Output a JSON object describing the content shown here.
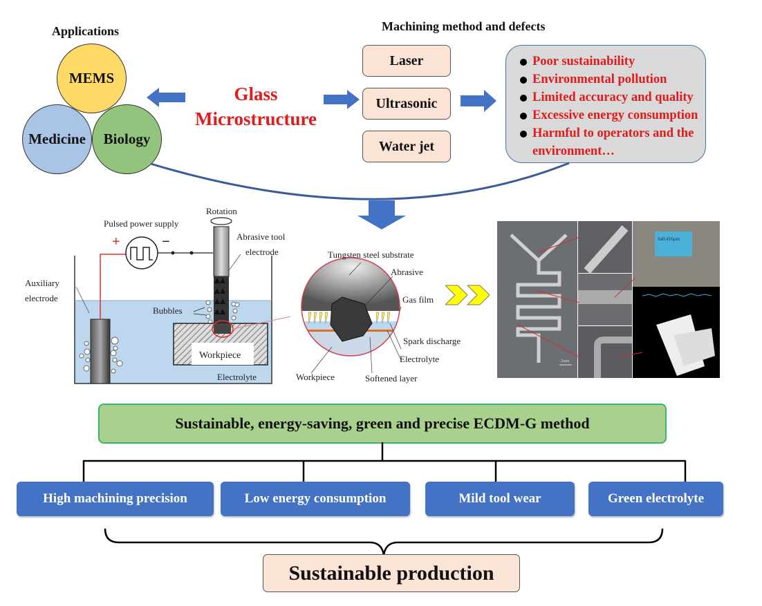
{
  "applications": {
    "title": "Applications",
    "items": [
      {
        "label": "MEMS",
        "color": "#ffd966"
      },
      {
        "label": "Medicine",
        "color": "#a9c4e4"
      },
      {
        "label": "Biology",
        "color": "#93c47d"
      }
    ]
  },
  "center": {
    "line1": "Glass",
    "line2": "Microstructure",
    "color": "#e01b1b"
  },
  "machining": {
    "title": "Machining method and defects",
    "methods": [
      "Laser",
      "Ultrasonic",
      "Water jet"
    ],
    "defects": [
      "Poor sustainability",
      "Environmental pollution",
      "Limited accuracy and quality",
      "Excessive energy consumption",
      "Harmful to operators and the"
    ],
    "defects_continuation": "environment…"
  },
  "schematic": {
    "rotation": "Rotation",
    "power_supply": "Pulsed power supply",
    "plus": "+",
    "minus": "−",
    "tool_line1": "Abrasive tool",
    "tool_line2": "electrode",
    "aux_line1": "Auxiliary",
    "aux_line2": "electrode",
    "bubbles": "Bubbles",
    "workpiece": "Workpiece",
    "electrolyte": "Electrolyte"
  },
  "detail": {
    "substrate": "Tungsten steel substrate",
    "abrasive": "Abrasive",
    "gas_film": "Gas film",
    "spark": "Spark discharge",
    "electrolyte": "Electrolyte",
    "workpiece": "Workpiece",
    "softened": "Softened layer"
  },
  "micrograph": {
    "scale_bar": "2mm",
    "roughness": "Sa0.416μm"
  },
  "method": {
    "title": "Sustainable, energy-saving, green and precise ECDM-G method",
    "benefits": [
      "High machining precision",
      "Low energy consumption",
      "Mild tool wear",
      "Green electrolyte"
    ],
    "result": "Sustainable production"
  },
  "colors": {
    "arrow_blue": "#4472c4",
    "green_box": "#a9d18e",
    "peach_box": "#fbe4d5",
    "defect_red": "#e01b1b"
  }
}
